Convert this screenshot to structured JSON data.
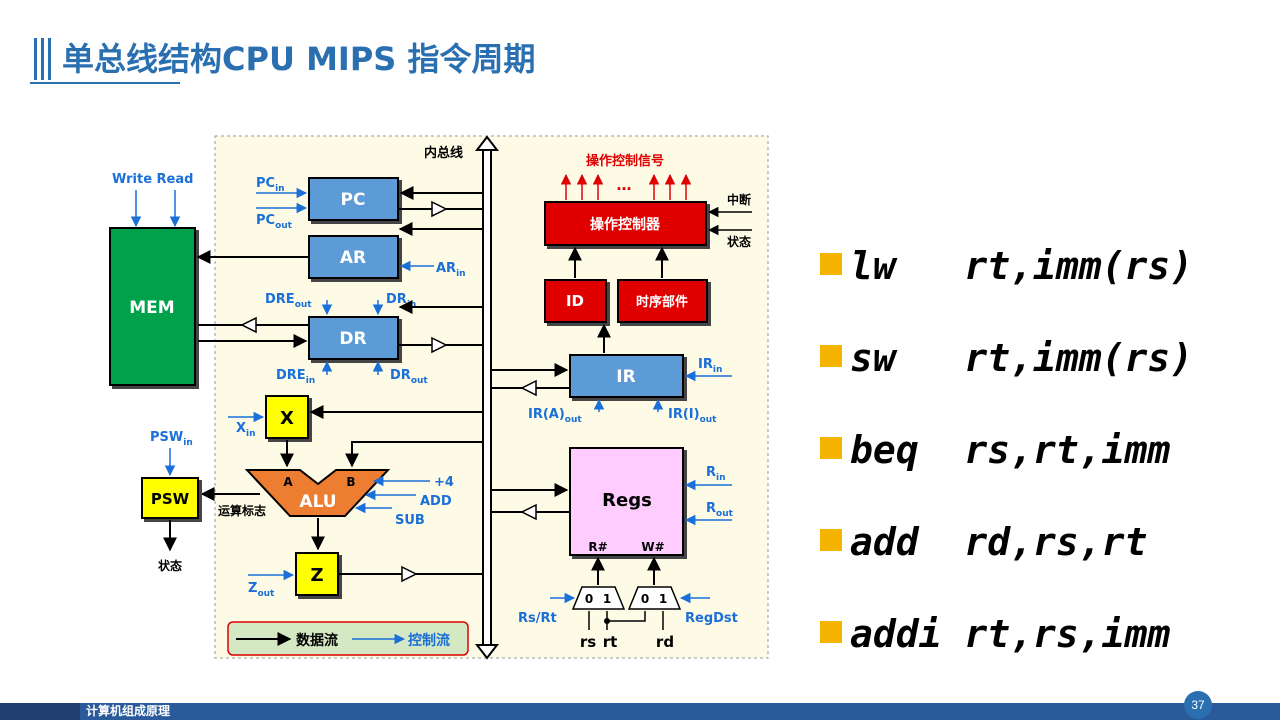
{
  "slide": {
    "title": "单总线结构CPU   MIPS 指令周期",
    "footer": "计算机组成原理",
    "page_number": "37"
  },
  "colors": {
    "title": "#2a6fb0",
    "blue_reg": "#5b9bd5",
    "mem_green": "#00a14b",
    "ctrl_red": "#e00000",
    "yellow": "#ffff00",
    "alu_orange": "#ed7d31",
    "regs_pink": "#ffccff",
    "control_line": "#1a6fd8",
    "bullet": "#f5b400"
  },
  "instructions": [
    "lw   rt,imm(rs)",
    "sw   rt,imm(rs)",
    "beq  rs,rt,imm",
    "add  rd,rs,rt",
    "addi rt,rs,imm"
  ],
  "diagram": {
    "bus_label": "内总线",
    "mem": "MEM",
    "write_read": "Write Read",
    "pc": "PC",
    "ar": "AR",
    "dr": "DR",
    "x": "X",
    "alu": "ALU",
    "alu_a": "A",
    "alu_b": "B",
    "z": "Z",
    "psw": "PSW",
    "psw_state": "状态",
    "alu_flags": "运算标志",
    "ctrl_signals": "操作控制信号",
    "ctrl_dots": "…",
    "controller": "操作控制器",
    "interrupt": "中断",
    "state": "状态",
    "id": "ID",
    "timing": "时序部件",
    "ir": "IR",
    "regs": "Regs",
    "r_hash": "R#",
    "w_hash": "W#",
    "mux0": "0",
    "mux1": "1",
    "rs_rt": "Rs/Rt",
    "regdst": "RegDst",
    "rs": "rs",
    "rt": "rt",
    "rd": "rd",
    "plus4": "+4",
    "add": "ADD",
    "sub": "SUB",
    "legend_data": "数据流",
    "legend_ctrl": "控制流",
    "pc_in": {
      "base": "PC",
      "sub": "in"
    },
    "pc_out": {
      "base": "PC",
      "sub": "out"
    },
    "ar_in": {
      "base": "AR",
      "sub": "in"
    },
    "dre_out": {
      "base": "DRE",
      "sub": "out"
    },
    "dr_in": {
      "base": "DR",
      "sub": "in"
    },
    "dre_in": {
      "base": "DRE",
      "sub": "in"
    },
    "dr_out": {
      "base": "DR",
      "sub": "out"
    },
    "x_in": {
      "base": "X",
      "sub": "in"
    },
    "psw_in": {
      "base": "PSW",
      "sub": "in"
    },
    "z_out": {
      "base": "Z",
      "sub": "out"
    },
    "ir_in": {
      "base": "IR",
      "sub": "in"
    },
    "ir_a_out": {
      "base": "IR(A)",
      "sub": "out"
    },
    "ir_i_out": {
      "base": "IR(I)",
      "sub": "out"
    },
    "r_in": {
      "base": "R",
      "sub": "in"
    },
    "r_out": {
      "base": "R",
      "sub": "out"
    }
  }
}
